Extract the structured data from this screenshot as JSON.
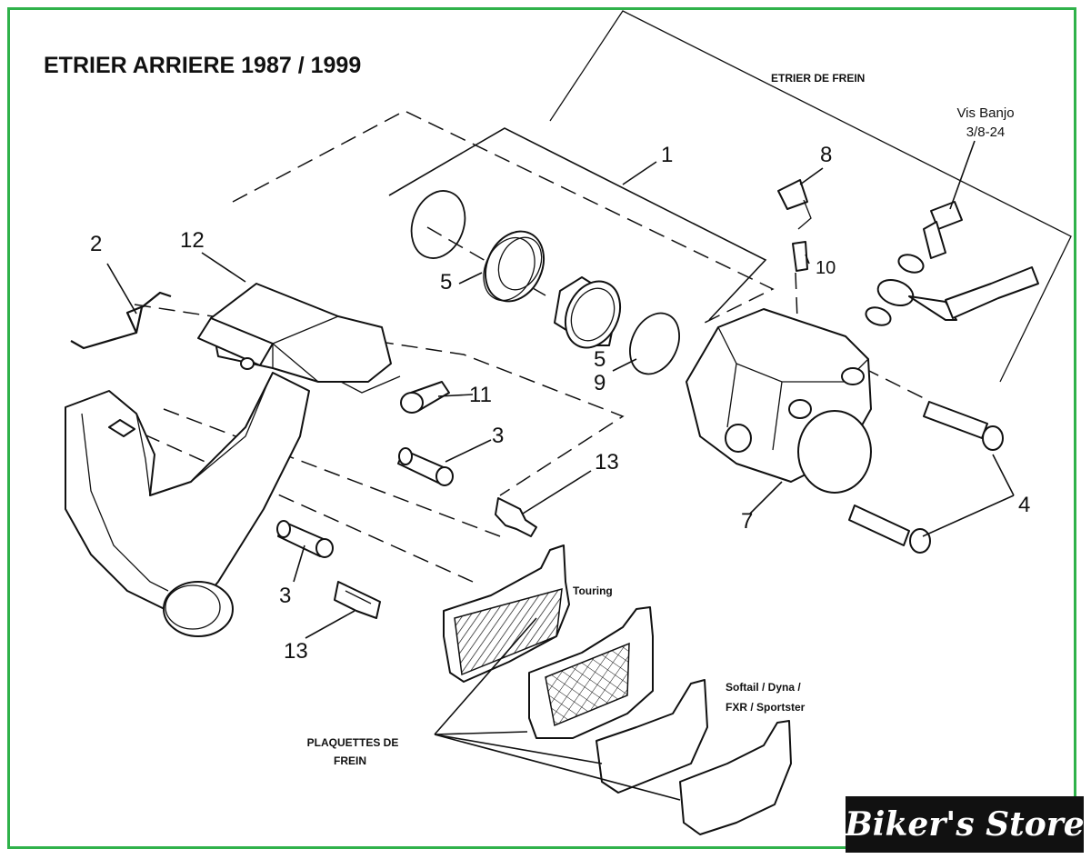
{
  "title": "ETRIER ARRIERE 1987 / 1999",
  "section_labels": {
    "caliper": "ETRIER DE FREIN",
    "banjo_line1": "Vis Banjo",
    "banjo_line2": "3/8-24",
    "touring": "Touring",
    "softail_line1": "Softail / Dyna /",
    "softail_line2": "FXR / Sportster",
    "pads_line1": "PLAQUETTES DE",
    "pads_line2": "FREIN"
  },
  "callouts": {
    "n1": "1",
    "n2": "2",
    "n3a": "3",
    "n3b": "3",
    "n4": "4",
    "n5a": "5",
    "n5b": "5",
    "n7": "7",
    "n8": "8",
    "n9": "9",
    "n10": "10",
    "n11": "11",
    "n12": "12",
    "n13a": "13",
    "n13b": "13"
  },
  "logo": {
    "text": "Biker's Store"
  },
  "colors": {
    "frame": "#2fb24a",
    "ink": "#111111",
    "logo_bg": "#111111",
    "logo_text": "#ffffff"
  }
}
